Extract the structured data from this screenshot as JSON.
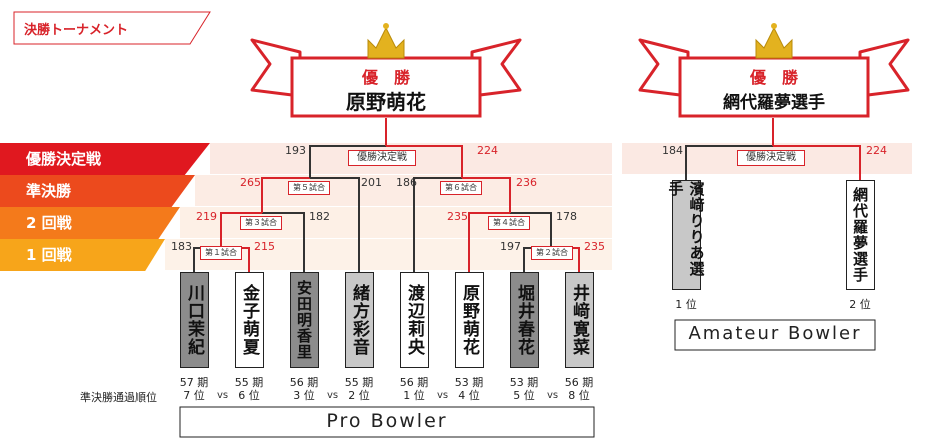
{
  "header": {
    "title": "決勝トーナメント"
  },
  "pro": {
    "champion_label": "優　勝",
    "champion_name": "原野萌花",
    "rounds": [
      "優勝決定戦",
      "準決勝",
      "2 回戦",
      "1 回戦"
    ],
    "round_colors": [
      "#e0181f",
      "#ec4a1d",
      "#f47a1b",
      "#f7a51a"
    ],
    "final": {
      "label": "優勝決定戦",
      "left_score": "193",
      "right_score": "224"
    },
    "semis": [
      {
        "label": "第５試合",
        "left_score": "265",
        "right_score": "201"
      },
      {
        "label": "第６試合",
        "left_score": "186",
        "right_score": "236"
      }
    ],
    "round2": [
      {
        "label": "第３試合",
        "left_score": "219",
        "right_score": "182"
      },
      {
        "label": "第４試合",
        "left_score": "235",
        "right_score": "178"
      }
    ],
    "round1": [
      {
        "label": "第１試合",
        "left_score": "183",
        "right_score": "215"
      },
      {
        "label": "第２試合",
        "left_score": "197",
        "right_score": "235"
      }
    ],
    "players": [
      {
        "name": "川口茉紀",
        "period": "57 期",
        "rank": "7 位"
      },
      {
        "name": "金子萌夏",
        "period": "55 期",
        "rank": "6 位"
      },
      {
        "name": "安田明香里",
        "period": "56 期",
        "rank": "3 位"
      },
      {
        "name": "緒方彩音",
        "period": "55 期",
        "rank": "2 位"
      },
      {
        "name": "渡辺莉央",
        "period": "56 期",
        "rank": "1 位"
      },
      {
        "name": "原野萌花",
        "period": "53 期",
        "rank": "4 位"
      },
      {
        "name": "堀井春花",
        "period": "53 期",
        "rank": "5 位"
      },
      {
        "name": "井﨑寛菜",
        "period": "56 期",
        "rank": "8 位"
      }
    ],
    "vs": "vs",
    "qualifying_label": "準決勝通過順位",
    "footer": "Pro Bowler"
  },
  "amateur": {
    "champion_label": "優　勝",
    "champion_name": "網代羅夢選手",
    "final": {
      "label": "優勝決定戦",
      "left_score": "184",
      "right_score": "224"
    },
    "players": [
      {
        "name": "濱﨑りりあ選手",
        "place": "1 位"
      },
      {
        "name": "網代羅夢選手",
        "place": "2 位"
      }
    ],
    "footer": "Amateur Bowler"
  },
  "colors": {
    "accent": "#d8232a",
    "band": "#fbe7df"
  }
}
